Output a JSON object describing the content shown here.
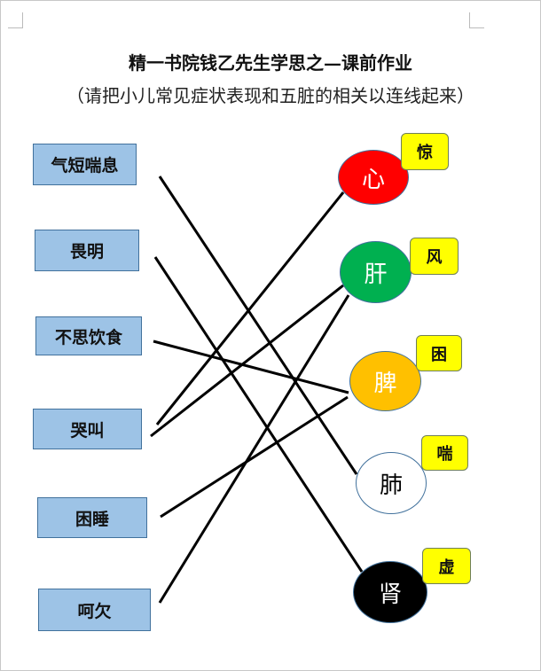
{
  "title": "精一书院钱乙先生学思之—课前作业",
  "subtitle": "（请把小儿常见症状表现和五脏的相关以连线起来）",
  "symptoms": [
    "气短喘息",
    "畏明",
    "不思饮食",
    "哭叫",
    "困睡",
    "呵欠"
  ],
  "organs": [
    {
      "label": "心",
      "fill": "#ff0000",
      "text_color": "#ffffff",
      "tag": "惊"
    },
    {
      "label": "肝",
      "fill": "#00b050",
      "text_color": "#ffffff",
      "tag": "风"
    },
    {
      "label": "脾",
      "fill": "#ffc000",
      "text_color": "#ffffff",
      "tag": "困"
    },
    {
      "label": "肺",
      "fill": "#ffffff",
      "text_color": "#000000",
      "tag": "喘"
    },
    {
      "label": "肾",
      "fill": "#000000",
      "text_color": "#ffffff",
      "tag": "虚"
    }
  ],
  "connections": [
    {
      "symptom": "气短喘息",
      "organ": "肺"
    },
    {
      "symptom": "畏明",
      "organ": "肾"
    },
    {
      "symptom": "不思饮食",
      "organ": "脾"
    },
    {
      "symptom": "哭叫",
      "organ": "心"
    },
    {
      "symptom": "哭叫",
      "organ": "肝"
    },
    {
      "symptom": "困睡",
      "organ": "脾"
    },
    {
      "symptom": "呵欠",
      "organ": "肝"
    }
  ]
}
